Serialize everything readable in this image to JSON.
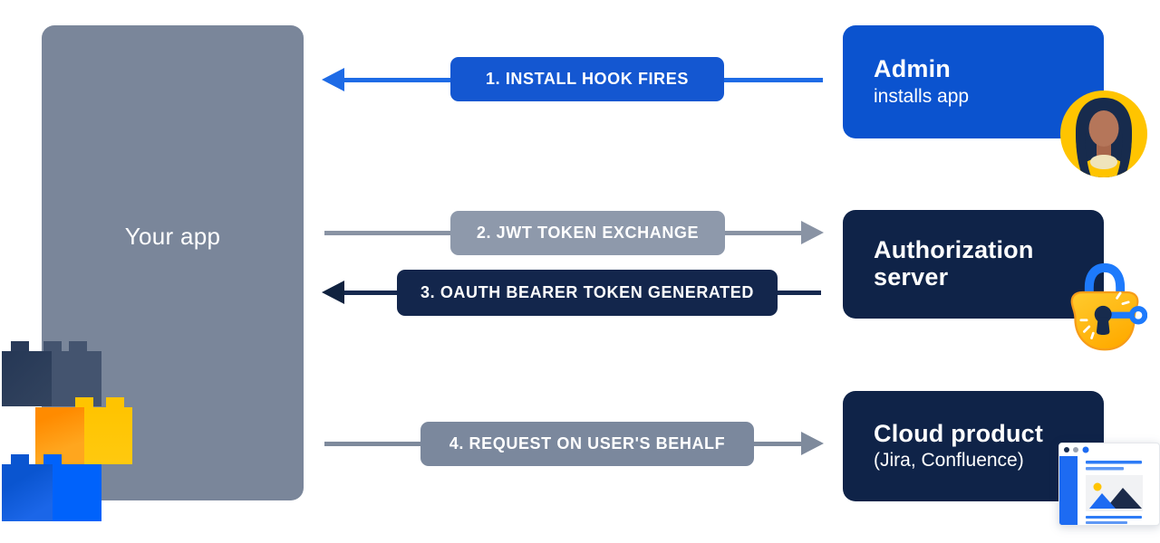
{
  "app": {
    "label": "Your app"
  },
  "arrows": [
    {
      "label": "1. INSTALL HOOK FIRES",
      "direction": "left"
    },
    {
      "label": "2. JWT TOKEN EXCHANGE",
      "direction": "right"
    },
    {
      "label": "3. OAUTH BEARER TOKEN GENERATED",
      "direction": "left"
    },
    {
      "label": "4. REQUEST ON USER'S BEHALF",
      "direction": "right"
    }
  ],
  "nodes": [
    {
      "title": "Admin",
      "subtitle": "installs app",
      "icon": "admin-avatar-icon"
    },
    {
      "title": "Authorization server",
      "subtitle": "",
      "icon": "padlock-key-icon"
    },
    {
      "title": "Cloud product",
      "subtitle": "(Jira, Confluence)",
      "icon": "browser-window-icon"
    }
  ],
  "colors": {
    "app_box_gray": "#7A869A",
    "admin_blue": "#0B53CF",
    "navy": "#0F2348",
    "arrow1_blue": "#1E6BE6",
    "arrow2_gray": "#8993A4",
    "arrow3_navy": "#13264C",
    "arrow4_gray": "#7B889D",
    "lego_yellow": "#FFC400",
    "lego_orange": "#FF8B00",
    "lego_blue": "#0062FB",
    "lego_navy": "#33445F",
    "accent_yellow": "#FFC400",
    "accent_bright_blue": "#1D7AFC"
  }
}
